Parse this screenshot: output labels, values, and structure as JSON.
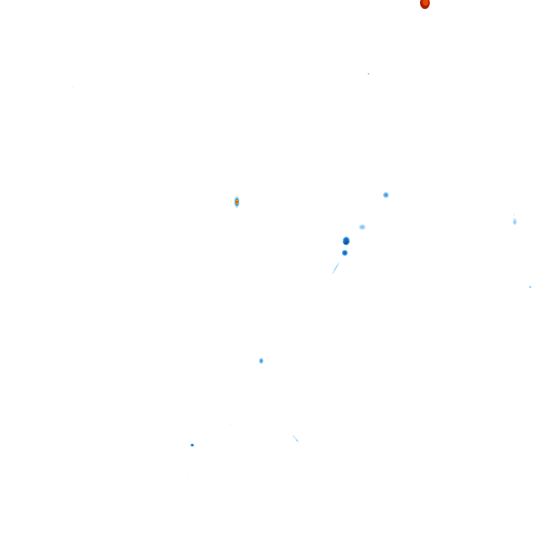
{
  "map": {
    "background_color": "#ffffff",
    "layer": "precipitation-radar",
    "intensity_scale": {
      "light": "#cfe8fb",
      "moderate_light": "#8cc8f2",
      "moderate": "#3c9be0",
      "heavy": "#1565c0",
      "very_heavy": "#f2a100",
      "intense": "#e04a00",
      "extreme": "#c81e00"
    },
    "echoes": [
      {
        "id": "echo-top-edge",
        "intensity": "extreme"
      },
      {
        "id": "echo-west-cell",
        "intensity": "very_heavy"
      },
      {
        "id": "echo-central-cell",
        "intensity": "heavy"
      },
      {
        "id": "echo-central-lower",
        "intensity": "moderate"
      },
      {
        "id": "echo-east-small",
        "intensity": "moderate"
      },
      {
        "id": "echo-central-east",
        "intensity": "moderate_light"
      },
      {
        "id": "echo-far-east",
        "intensity": "light"
      },
      {
        "id": "echo-southwest",
        "intensity": "moderate"
      },
      {
        "id": "echo-south-west-dot",
        "intensity": "heavy"
      },
      {
        "id": "echo-south-central",
        "intensity": "light"
      }
    ]
  }
}
